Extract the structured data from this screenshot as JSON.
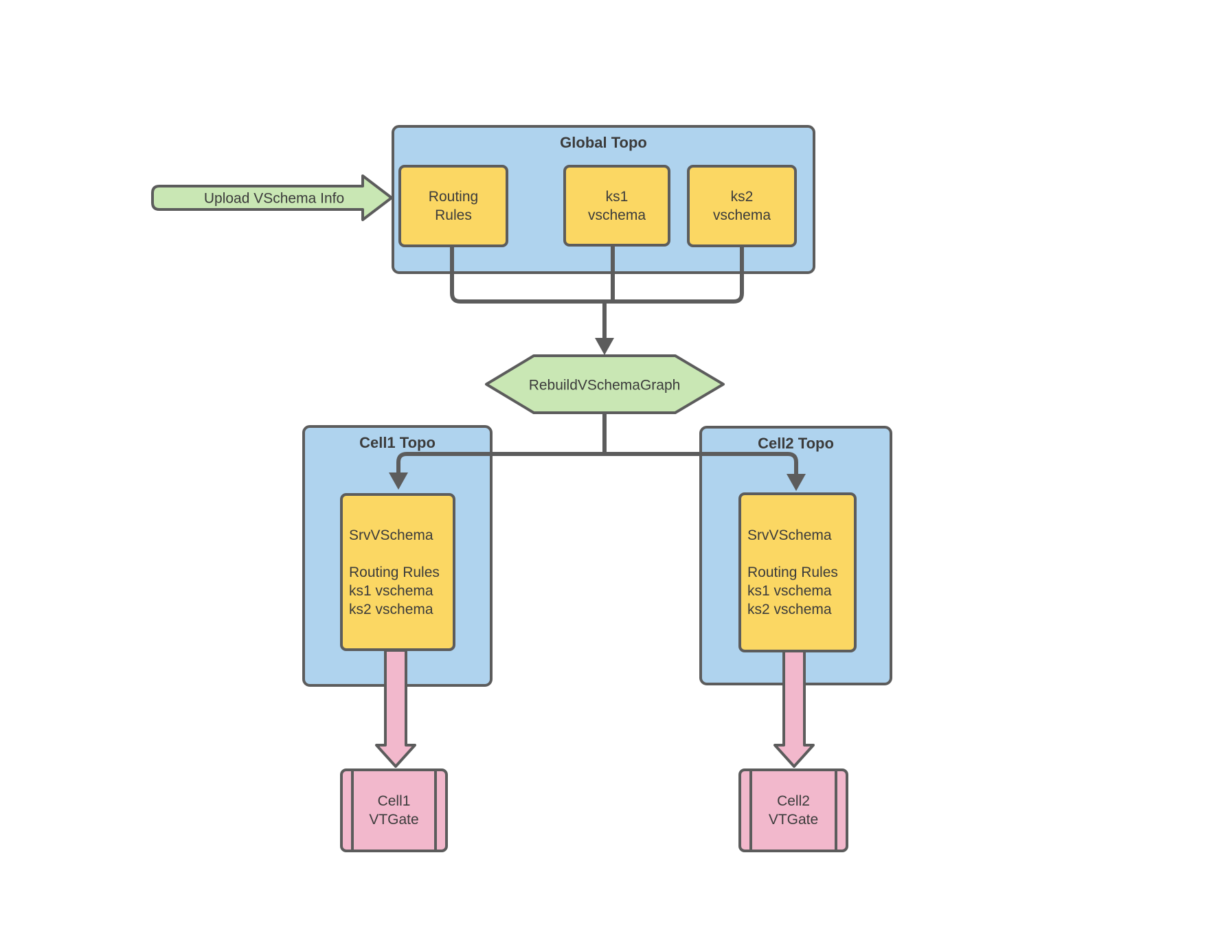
{
  "palette": {
    "container_blue": "#AFD3EE",
    "box_yellow": "#FBD763",
    "shape_green": "#C9E7B4",
    "shape_pink": "#F2B8CC",
    "stroke_gray": "#5C5C5C",
    "text_dark": "#3B3B3B",
    "background": "#FFFFFF"
  },
  "upload_arrow": {
    "label": "Upload VSchema Info"
  },
  "global_topo": {
    "title": "Global Topo",
    "routing_rules": "Routing\nRules",
    "ks1": "ks1\nvschema",
    "ks2": "ks2\nvschema"
  },
  "rebuild_step": {
    "label": "RebuildVSchemaGraph"
  },
  "cell1": {
    "title": "Cell1 Topo",
    "srv_vschema": "SrvVSchema\n\nRouting Rules\nks1 vschema\nks2 vschema",
    "vtgate": "Cell1\nVTGate"
  },
  "cell2": {
    "title": "Cell2 Topo",
    "srv_vschema": "SrvVSchema\n\nRouting Rules\nks1 vschema\nks2 vschema",
    "vtgate": "Cell2\nVTGate"
  }
}
